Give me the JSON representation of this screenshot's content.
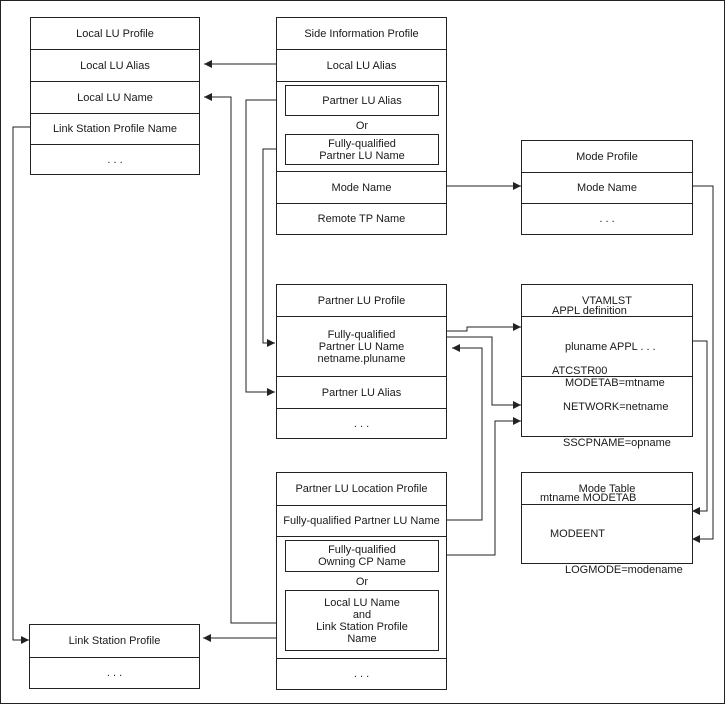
{
  "local_lu_profile": {
    "title": "Local LU Profile",
    "alias": "Local LU Alias",
    "name": "Local LU Name",
    "link_station": "Link Station Profile Name",
    "more": ". . ."
  },
  "side_info_profile": {
    "title": "Side Information Profile",
    "local_alias": "Local LU Alias",
    "partner_alias": "Partner LU Alias",
    "or": "Or",
    "fq_line1": "Fully-qualified",
    "fq_line2": "Partner LU Name",
    "mode_name": "Mode Name",
    "remote_tp": "Remote TP Name"
  },
  "mode_profile": {
    "title": "Mode Profile",
    "mode_name": "Mode Name",
    "more": ". . ."
  },
  "partner_lu_profile": {
    "title": "Partner LU Profile",
    "fq_line1": "Fully-qualified",
    "fq_line2": "Partner LU Name",
    "fq_line3": "netname.pluname",
    "alias": "Partner LU Alias",
    "more": ". . ."
  },
  "vtamlst": {
    "title": "VTAMLST",
    "appl_line1": "APPL definition",
    "appl_line2": "pluname APPL . . .",
    "appl_line3": "MODETAB=mtname",
    "atc_line1": "ATCSTR00",
    "atc_line2": "NETWORK=netname",
    "atc_line3": "SSCPNAME=opname"
  },
  "mode_table": {
    "title": "Mode Table",
    "line1": "mtname MODETAB",
    "line2": "MODEENT",
    "line3": "LOGMODE=modename"
  },
  "partner_lu_location_profile": {
    "title": "Partner LU Location Profile",
    "fq_partner": "Fully-qualified Partner LU Name",
    "owning_line1": "Fully-qualified",
    "owning_line2": "Owning CP Name",
    "or": "Or",
    "local_line1": "Local LU Name",
    "local_line2": "and",
    "local_line3": "Link Station Profile",
    "local_line4": "Name",
    "more": ". . ."
  },
  "link_station_profile": {
    "title": "Link Station Profile",
    "more": ". . ."
  }
}
